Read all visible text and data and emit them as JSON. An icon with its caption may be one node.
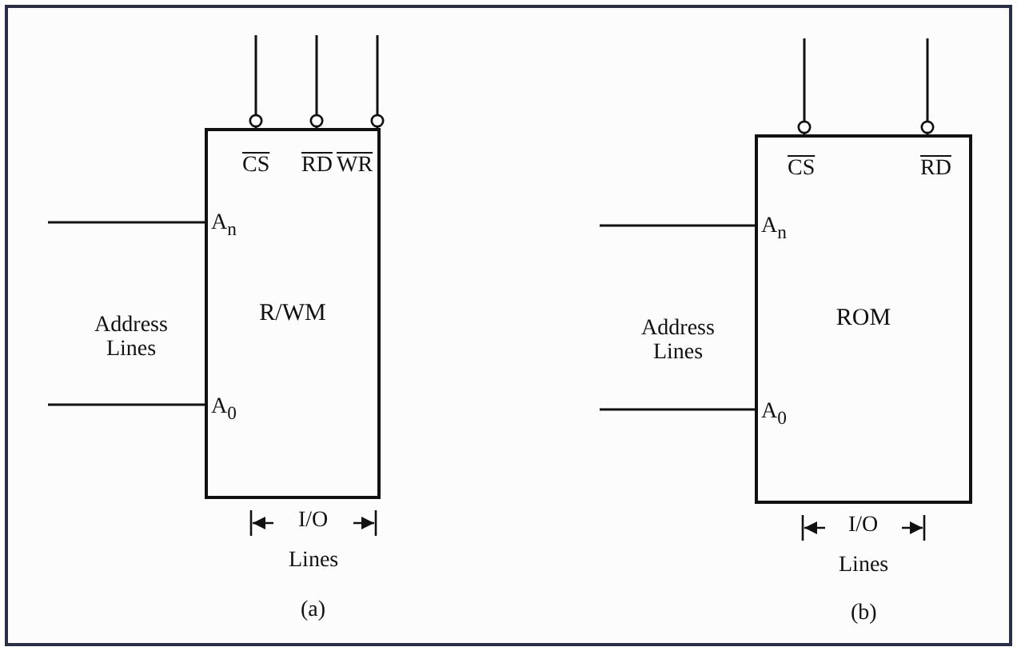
{
  "diagram": {
    "nodes": [
      {
        "text": [
          "R/WM"
        ]
      },
      {
        "text": [
          "ROM"
        ]
      }
    ],
    "edges": [
      {
        "from": null,
        "to": 0,
        "arrow": "other"
      },
      {
        "from": null,
        "to": 0,
        "arrow": "other"
      },
      {
        "from": null,
        "to": 0,
        "arrow": "other"
      },
      {
        "from": null,
        "to": 0,
        "arrow": "none"
      },
      {
        "from": null,
        "to": 0,
        "arrow": "none"
      },
      {
        "from": null,
        "to": 1,
        "arrow": "other"
      },
      {
        "from": null,
        "to": 1,
        "arrow": "other"
      },
      {
        "from": null,
        "to": 1,
        "arrow": "none"
      },
      {
        "from": null,
        "to": 1,
        "arrow": "none"
      }
    ],
    "labels": [
      "CS",
      "RD",
      "WR",
      "A$_{n}$",
      "Address Lines",
      "A$_{0}$",
      "I/O",
      "Lines",
      "(a)",
      "CS",
      "RD",
      "A$_{n}$",
      "Address Lines",
      "A$_{0}$",
      "I/O",
      "Lines",
      "(b)"
    ]
  }
}
